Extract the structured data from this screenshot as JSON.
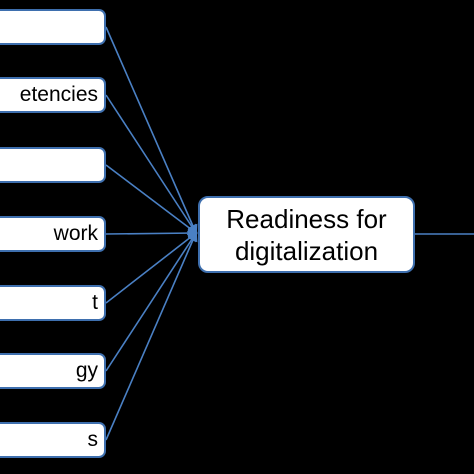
{
  "diagram": {
    "inputs": [
      {
        "id": "b1",
        "label": ""
      },
      {
        "id": "b2",
        "label": "etencies"
      },
      {
        "id": "b3",
        "label": ""
      },
      {
        "id": "b4",
        "label": "work"
      },
      {
        "id": "b5",
        "label": "t"
      },
      {
        "id": "b6",
        "label": "gy"
      },
      {
        "id": "b7",
        "label": "s"
      }
    ],
    "target": {
      "label": "Readiness for\ndigitalization"
    },
    "colors": {
      "background": "#000000",
      "box_fill": "#ffffff",
      "box_border": "#3e6fae",
      "connector": "#4a80c4",
      "text": "#000000"
    }
  }
}
